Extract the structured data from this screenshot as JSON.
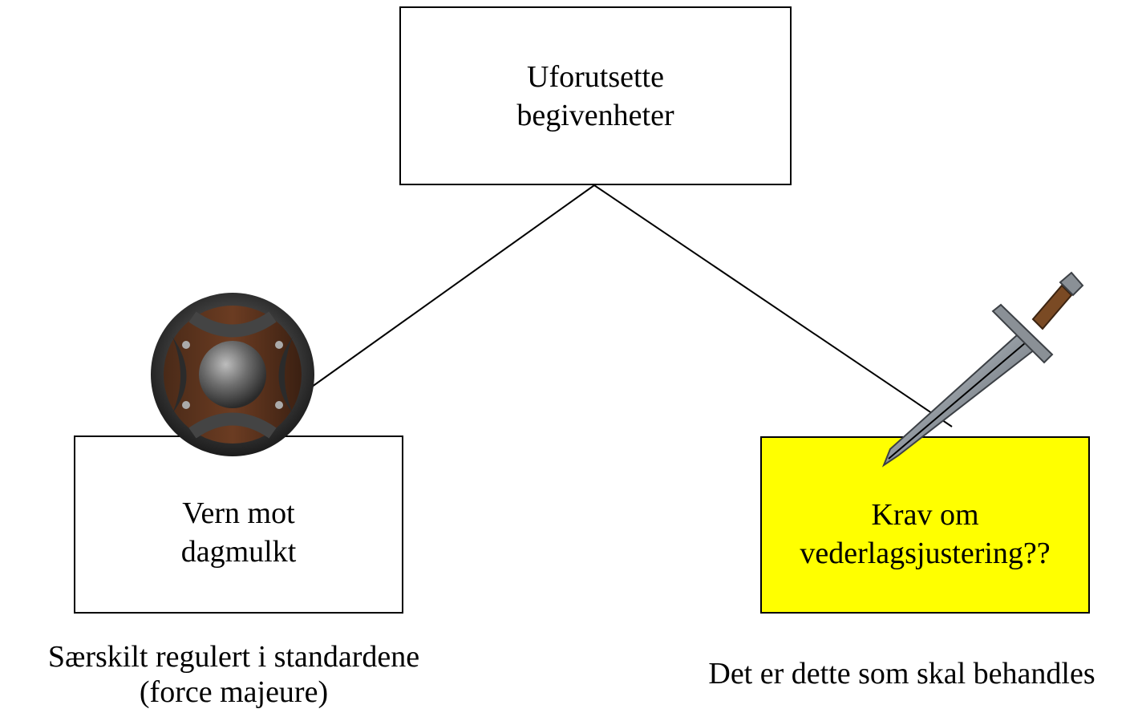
{
  "top_node": {
    "line1": "Uforutsette",
    "line2": "begivenheter"
  },
  "left_node": {
    "line1": "Vern mot",
    "line2": "dagmulkt",
    "caption_line1": "Særskilt regulert i standardene",
    "caption_line2": "(force majeure)",
    "icon": "shield-icon"
  },
  "right_node": {
    "line1": "Krav om",
    "line2": "vederlagsjustering??",
    "caption": "Det er dette som skal behandles",
    "fill_color": "#ffff00",
    "icon": "sword-icon"
  },
  "line_color": "#000000"
}
